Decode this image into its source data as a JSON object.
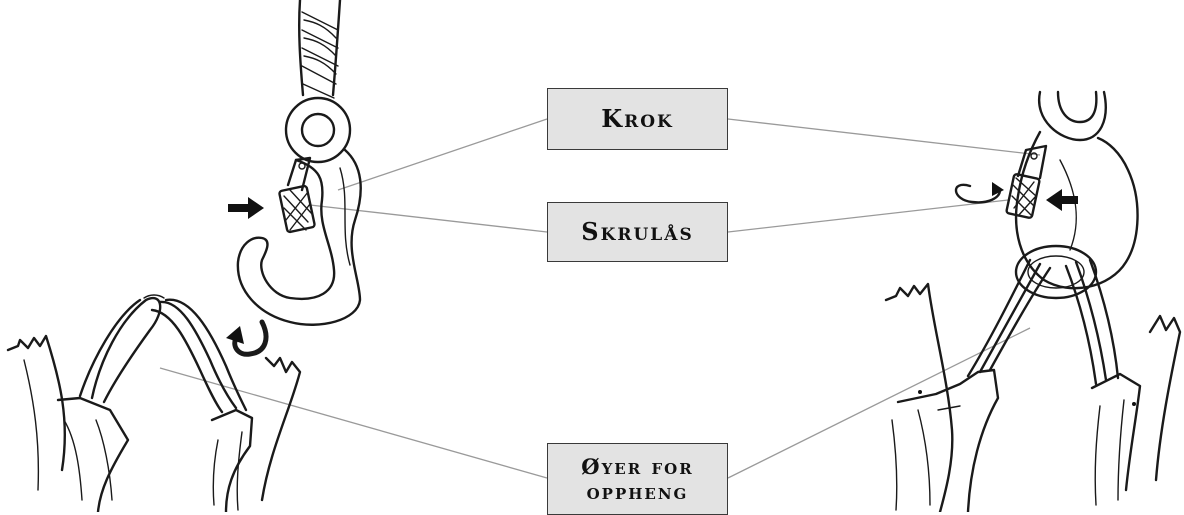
{
  "labels": {
    "krok": "Krok",
    "skrulas": "Skrulås",
    "oyer_line1": "Øyer for",
    "oyer_line2": "oppheng"
  },
  "colors": {
    "box_fill": "#e3e3e3",
    "box_border": "#3a3a3a",
    "leader_line": "#9a9a9a",
    "ink": "#1a1a1a"
  },
  "icons": [
    "right-arrow-icon",
    "left-arrow-icon",
    "hook-arrow-icon",
    "rotate-arrow-icon"
  ]
}
